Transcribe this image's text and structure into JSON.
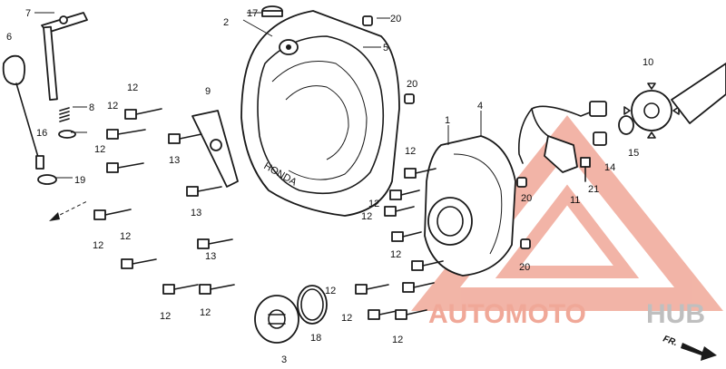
{
  "callouts": {
    "p1": "1",
    "p2": "2",
    "p3": "3",
    "p4": "4",
    "p5": "5",
    "p6": "6",
    "p7": "7",
    "p8": "8",
    "p9": "9",
    "p10": "10",
    "p11": "11",
    "p12": "12",
    "p13": "13",
    "p14": "14",
    "p15": "15",
    "p16": "16",
    "p17": "17",
    "p18": "18",
    "p19": "19",
    "p20": "20",
    "p21": "21"
  },
  "cover_emblem": "HONDA",
  "direction_label": "FR.",
  "watermark": {
    "brand_left": "AUTOMOTO",
    "brand_right": "HUB",
    "color_primary": "#f0a898",
    "color_secondary": "#bfbfbf"
  }
}
